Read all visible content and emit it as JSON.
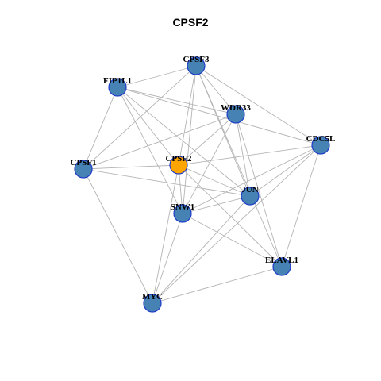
{
  "title": "CPSF2",
  "colors": {
    "hub_fill": "#ffa500",
    "node_fill": "#4682b4",
    "node_stroke": "#1e3cc8",
    "edge": "#b4b4b4"
  },
  "nodes": [
    {
      "id": "CPSF2",
      "hub": true
    },
    {
      "id": "CPSF3"
    },
    {
      "id": "FIP1L1"
    },
    {
      "id": "WDR33"
    },
    {
      "id": "CDC5L"
    },
    {
      "id": "CPSF1"
    },
    {
      "id": "JUN"
    },
    {
      "id": "SNW1"
    },
    {
      "id": "ELAVL1"
    },
    {
      "id": "MYC"
    }
  ],
  "edges": [
    [
      "CPSF3",
      "FIP1L1"
    ],
    [
      "CPSF3",
      "WDR33"
    ],
    [
      "CPSF3",
      "CDC5L"
    ],
    [
      "CPSF3",
      "CPSF1"
    ],
    [
      "CPSF3",
      "CPSF2"
    ],
    [
      "CPSF3",
      "SNW1"
    ],
    [
      "CPSF3",
      "JUN"
    ],
    [
      "CPSF3",
      "ELAVL1"
    ],
    [
      "FIP1L1",
      "WDR33"
    ],
    [
      "FIP1L1",
      "CPSF1"
    ],
    [
      "FIP1L1",
      "CPSF2"
    ],
    [
      "FIP1L1",
      "SNW1"
    ],
    [
      "FIP1L1",
      "JUN"
    ],
    [
      "FIP1L1",
      "CDC5L"
    ],
    [
      "WDR33",
      "CPSF1"
    ],
    [
      "WDR33",
      "CPSF2"
    ],
    [
      "WDR33",
      "SNW1"
    ],
    [
      "WDR33",
      "JUN"
    ],
    [
      "WDR33",
      "ELAVL1"
    ],
    [
      "CDC5L",
      "CPSF2"
    ],
    [
      "CDC5L",
      "SNW1"
    ],
    [
      "CDC5L",
      "JUN"
    ],
    [
      "CDC5L",
      "ELAVL1"
    ],
    [
      "CDC5L",
      "MYC"
    ],
    [
      "CPSF1",
      "CPSF2"
    ],
    [
      "CPSF1",
      "JUN"
    ],
    [
      "CPSF1",
      "MYC"
    ],
    [
      "CPSF2",
      "SNW1"
    ],
    [
      "CPSF2",
      "JUN"
    ],
    [
      "CPSF2",
      "ELAVL1"
    ],
    [
      "CPSF2",
      "MYC"
    ],
    [
      "SNW1",
      "JUN"
    ],
    [
      "SNW1",
      "ELAVL1"
    ],
    [
      "SNW1",
      "MYC"
    ],
    [
      "JUN",
      "MYC"
    ],
    [
      "ELAVL1",
      "MYC"
    ]
  ]
}
